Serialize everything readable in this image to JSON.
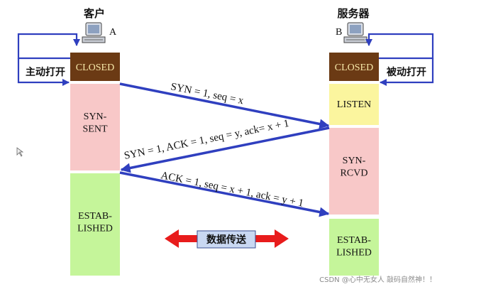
{
  "client": {
    "label": "客户",
    "host": "A",
    "action": "主动打开",
    "states": [
      "CLOSED",
      "SYN-\nSENT",
      "ESTAB-\nLISHED"
    ]
  },
  "server": {
    "label": "服务器",
    "host": "B",
    "action": "被动打开",
    "states": [
      "CLOSED",
      "LISTEN",
      "SYN-\nRCVD",
      "ESTAB-\nLISHED"
    ]
  },
  "messages": [
    "SYN = 1, seq = x",
    "SYN = 1, ACK = 1, seq = y, ack= x + 1",
    "ACK = 1, seq = x + 1, ack = y + 1"
  ],
  "transfer_label": "数据传送",
  "watermark": "CSDN @心中无女人 敲码自然神！！",
  "colors": {
    "closed": "#6b3a14",
    "closed_text": "#f6e7a8",
    "syn": "#f8c8c8",
    "listen": "#fbf59e",
    "established": "#c5f59a",
    "arrow_blue": "#2f3fbf",
    "arrow_red": "#e81c1c",
    "transfer_box": "#c9d8f2"
  }
}
